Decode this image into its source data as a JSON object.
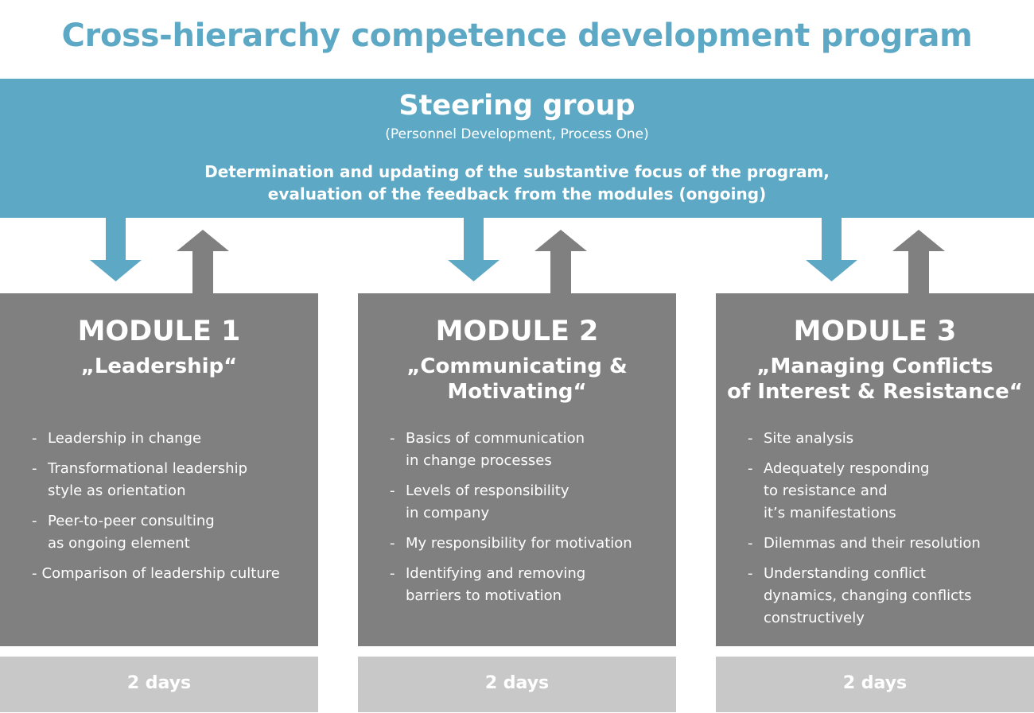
{
  "title": "Cross-hierarchy competence development program",
  "steering": {
    "heading": "Steering group",
    "subheading": "(Personnel Development, Process One)",
    "description_line1": "Determination and updating of the substantive focus of the program,",
    "description_line2": "evaluation of the feedback from the modules (ongoing)"
  },
  "colors": {
    "accent_blue": "#5da9c5",
    "module_gray": "#808080",
    "days_gray": "#c8c8c8"
  },
  "modules": [
    {
      "title": "MODULE 1",
      "subtitle": "„Leadership“",
      "items": [
        "Leadership in change",
        "Transformational leadership\nstyle as orientation",
        "Peer-to-peer consulting\nas ongoing element",
        "Comparison of leadership culture"
      ],
      "duration": "2 days"
    },
    {
      "title": "MODULE 2",
      "subtitle": "„Communicating &\nMotivating“",
      "items": [
        "Basics of communication\nin change processes",
        "Levels of responsibility\nin company",
        "My responsibility for motivation",
        "Identifying and removing\nbarriers to motivation"
      ],
      "duration": "2 days"
    },
    {
      "title": "MODULE 3",
      "subtitle": "„Managing Conflicts\nof Interest & Resistance“",
      "items": [
        "Site analysis",
        "Adequately responding\nto resistance and\nit’s manifestations",
        "Dilemmas and their resolution",
        "Understanding conflict\ndynamics, changing conflicts\nconstructively"
      ],
      "duration": "2 days"
    }
  ],
  "dash": "-"
}
